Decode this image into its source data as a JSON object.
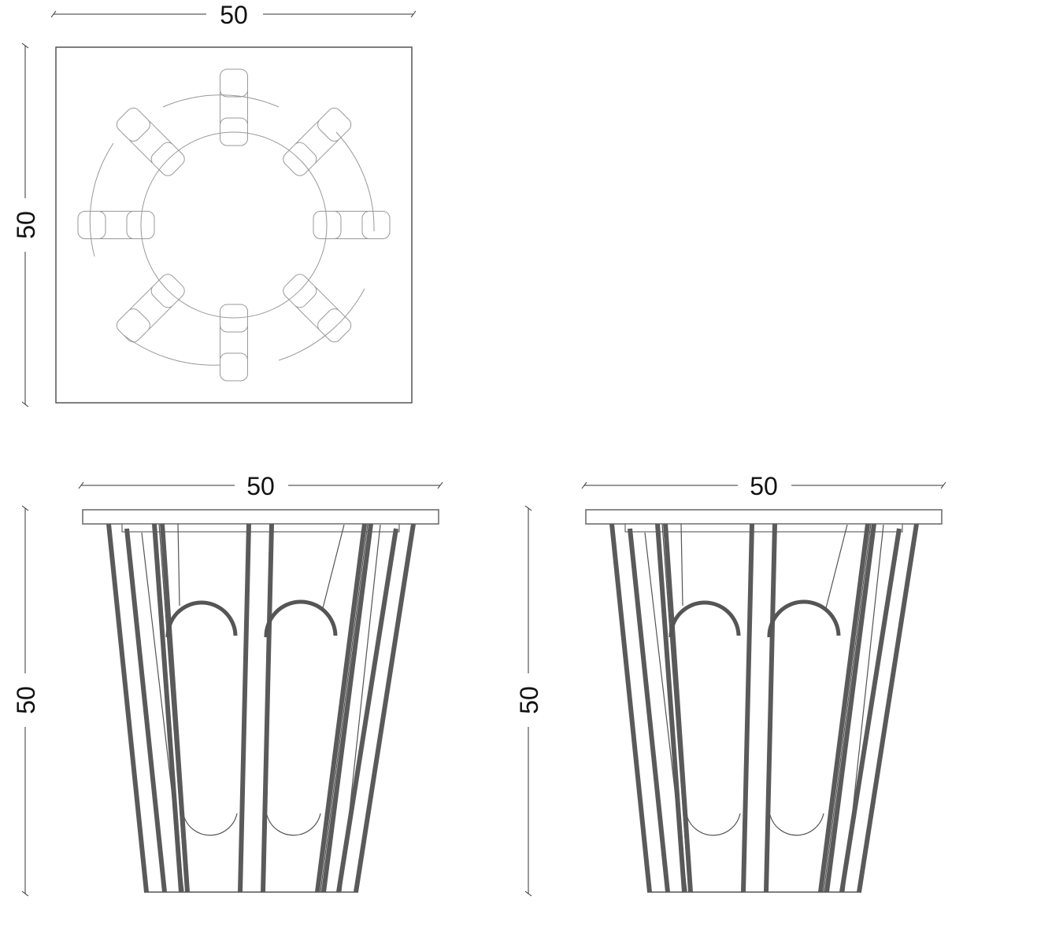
{
  "plan_view": {
    "width_label": "50",
    "depth_label": "50"
  },
  "front_elevation": {
    "width_label": "50",
    "height_label": "50"
  },
  "side_elevation": {
    "width_label": "50",
    "height_label": "50"
  },
  "colors": {
    "line_dark": "#5a5a5a",
    "line_light": "#999999"
  }
}
